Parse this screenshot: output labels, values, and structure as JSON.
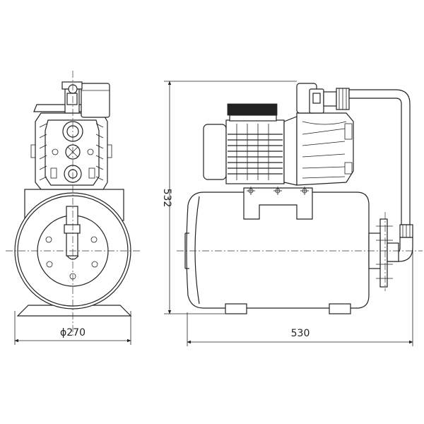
{
  "dimensions": {
    "front_width": "ϕ270",
    "side_width": "530",
    "height": "532"
  }
}
